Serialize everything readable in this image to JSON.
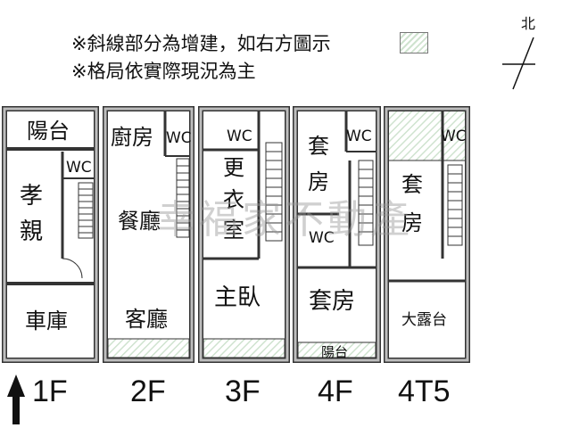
{
  "notes": {
    "line1": "※斜線部分為增建，如右方圖示",
    "line2": "※格局依實際現況為主"
  },
  "north_label": "北",
  "watermark": "幸福家不動產",
  "floors": {
    "f1": {
      "name": "1F",
      "rooms": {
        "balcony": "陽台",
        "elder": [
          "孝",
          "親"
        ],
        "wc": "WC",
        "garage": "車庫"
      }
    },
    "f2": {
      "name": "2F",
      "rooms": {
        "kitchen": "廚房",
        "wc": "WC",
        "dining": "餐廳",
        "living": "客廳"
      }
    },
    "f3": {
      "name": "3F",
      "rooms": {
        "wc": "WC",
        "closet": [
          "更",
          "衣",
          "室"
        ],
        "master": "主臥"
      }
    },
    "f4": {
      "name": "4F",
      "rooms": {
        "suite_top": [
          "套",
          "房"
        ],
        "wc_top": "WC",
        "wc_mid": "WC",
        "suite_bottom": "套房",
        "balcony": "陽台"
      }
    },
    "f5": {
      "name": "4T5",
      "rooms": {
        "wc": "WC",
        "suite": [
          "套",
          "房"
        ],
        "terrace": "大露台"
      }
    }
  },
  "colors": {
    "wall": "#333333",
    "wall_fill": "#bdbdbd",
    "hatch": "#cfe3cf"
  }
}
